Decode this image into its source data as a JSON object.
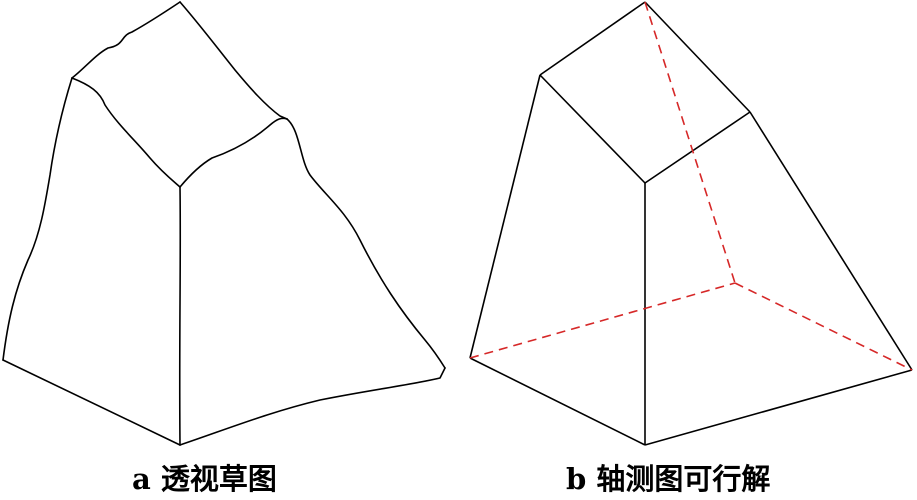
{
  "figure_a": {
    "label": "a",
    "caption": "透视草图"
  },
  "figure_b": {
    "label": "b",
    "caption": "轴测图可行解"
  },
  "colors": {
    "line": "#000000",
    "hidden_line": "#d62828"
  }
}
